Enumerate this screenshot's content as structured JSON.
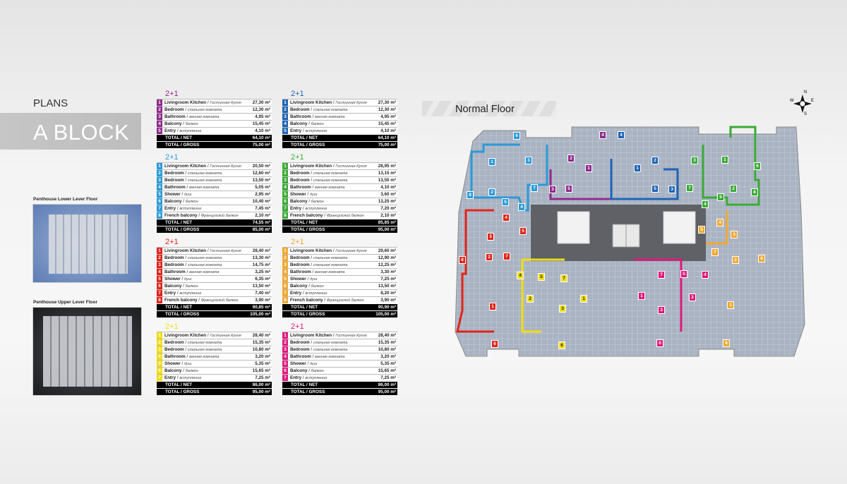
{
  "header": {
    "plans": "PLANS",
    "block": "A BLOCK"
  },
  "thumbnails": [
    {
      "label": "Penthouse Lower Lever Floor"
    },
    {
      "label": "Penthouse Upper Lever Floor"
    }
  ],
  "floor_title": "Normal Floor",
  "compass": {
    "n": "N",
    "e": "E",
    "s": "S",
    "w": "W"
  },
  "tables": [
    {
      "title": "2+1",
      "color": "#8e2a8a",
      "rows": [
        [
          "1",
          "Livingroom Kitchen",
          "Гостинная Кухня",
          "27,30 m²"
        ],
        [
          "2",
          "Bedroom",
          "спальная комната",
          "12,30 m²"
        ],
        [
          "3",
          "Bathroom",
          "ванная комната",
          "4,95 m²"
        ],
        [
          "4",
          "Balcony",
          "балкон",
          "15,45 m²"
        ],
        [
          "5",
          "Entry",
          "вступление",
          "4,10 m²"
        ]
      ],
      "net_label": "TOTAL / NET",
      "net": "64,10 m²",
      "gross_label": "TOTAL / GROSS",
      "gross": "75,00 m²"
    },
    {
      "title": "2+1",
      "color": "#1e63b4",
      "rows": [
        [
          "1",
          "Livingroom Kitchen",
          "Гостинная Кухня",
          "27,30 m²"
        ],
        [
          "2",
          "Bedroom",
          "спальная комната",
          "12,30 m²"
        ],
        [
          "3",
          "Bathroom",
          "ванная комната",
          "4,95 m²"
        ],
        [
          "4",
          "Balcony",
          "балкон",
          "15,45 m²"
        ],
        [
          "5",
          "Entry",
          "вступление",
          "4,10 m²"
        ]
      ],
      "net_label": "TOTAL / NET",
      "net": "64,10 m²",
      "gross_label": "TOTAL / GROSS",
      "gross": "75,00 m²"
    },
    {
      "title": "2+1",
      "color": "#2a9ad8",
      "rows": [
        [
          "1",
          "Livingroom Kitchen",
          "Гостинная Кухня",
          "20,50 m²"
        ],
        [
          "2",
          "Bedroom",
          "спальная комната",
          "12,60 m²"
        ],
        [
          "3",
          "Bedroom",
          "спальная комната",
          "13,50 m²"
        ],
        [
          "4",
          "Bathroom",
          "ванная комната",
          "5,05 m²"
        ],
        [
          "5",
          "Shower",
          "душ",
          "2,95 m²"
        ],
        [
          "6",
          "Balcony",
          "балкон",
          "10,40 m²"
        ],
        [
          "7",
          "Entry",
          "вступление",
          "7,45 m²"
        ],
        [
          "8",
          "French balcony",
          "Французский балкон",
          "2,10 m²"
        ]
      ],
      "net_label": "TOTAL / NET",
      "net": "74,55 m²",
      "gross_label": "TOTAL / GROSS",
      "gross": "85,00 m²"
    },
    {
      "title": "2+1",
      "color": "#3aaa35",
      "rows": [
        [
          "1",
          "Livingroom Kitchen",
          "Гостинная Кухня",
          "28,95 m²"
        ],
        [
          "2",
          "Bedroom",
          "спальная комната",
          "13,15 m²"
        ],
        [
          "3",
          "Bedroom",
          "спальная комната",
          "13,50 m²"
        ],
        [
          "4",
          "Bathroom",
          "ванная комната",
          "4,10 m²"
        ],
        [
          "5",
          "Shower",
          "душ",
          "3,60 m²"
        ],
        [
          "6",
          "Balcony",
          "балкон",
          "13,25 m²"
        ],
        [
          "7",
          "Entry",
          "вступление",
          "7,20 m²"
        ],
        [
          "8",
          "French balcony",
          "Французский балкон",
          "2,10 m²"
        ]
      ],
      "net_label": "TOTAL / NET",
      "net": "85,85 m²",
      "gross_label": "TOTAL / GROSS",
      "gross": "95,00 m²"
    },
    {
      "title": "2+1",
      "color": "#e2231a",
      "rows": [
        [
          "1",
          "Livingroom Kitchen",
          "Гостинная Кухня",
          "28,40 m²"
        ],
        [
          "2",
          "Bedroom",
          "спальная комната",
          "13,30 m²"
        ],
        [
          "3",
          "Bedroom",
          "спальная комната",
          "14,75 m²"
        ],
        [
          "4",
          "Bathroom",
          "ванная комната",
          "3,25 m²"
        ],
        [
          "5",
          "Shower",
          "душ",
          "6,35 m²"
        ],
        [
          "6",
          "Balcony",
          "балкон",
          "13,50 m²"
        ],
        [
          "7",
          "Entry",
          "вступление",
          "7,40 m²"
        ],
        [
          "8",
          "French balcony",
          "Французский балкон",
          "3,90 m²"
        ]
      ],
      "net_label": "TOTAL / NET",
      "net": "90,85 m²",
      "gross_label": "TOTAL / GROSS",
      "gross": "105,00 m²"
    },
    {
      "title": "2+1",
      "color": "#f0a830",
      "rows": [
        [
          "1",
          "Livingroom Kitchen",
          "Гостинная Кухня",
          "29,60 m²"
        ],
        [
          "2",
          "Bedroom",
          "спальная комната",
          "12,90 m²"
        ],
        [
          "3",
          "Bedroom",
          "спальная комната",
          "12,25 m²"
        ],
        [
          "4",
          "Bathroom",
          "ванная комната",
          "3,30 m²"
        ],
        [
          "5",
          "Shower",
          "душ",
          "7,25 m²"
        ],
        [
          "6",
          "Balcony",
          "балкон",
          "13,50 m²"
        ],
        [
          "7",
          "Entry",
          "вступление",
          "8,20 m²"
        ],
        [
          "8",
          "French balcony",
          "Французский балкон",
          "3,90 m²"
        ]
      ],
      "net_label": "TOTAL / NET",
      "net": "90,90 m²",
      "gross_label": "TOTAL / GROSS",
      "gross": "105,00 m²"
    },
    {
      "title": "2+1",
      "color": "#f2de12",
      "rows": [
        [
          "1",
          "Livingroom Kitchen",
          "Гостинная Кухня",
          "28,40 m²"
        ],
        [
          "2",
          "Bedroom",
          "спальная комната",
          "15,35 m²"
        ],
        [
          "3",
          "Bedroom",
          "спальная комната",
          "10,80 m²"
        ],
        [
          "4",
          "Bathroom",
          "ванная комната",
          "3,20 m²"
        ],
        [
          "5",
          "Shower",
          "душ",
          "5,35 m²"
        ],
        [
          "6",
          "Balcony",
          "балкон",
          "15,65 m²"
        ],
        [
          "7",
          "Entry",
          "вступление",
          "7,25 m²"
        ]
      ],
      "net_label": "TOTAL / NET",
      "net": "86,00 m²",
      "gross_label": "TOTAL / GROSS",
      "gross": "95,00 m²"
    },
    {
      "title": "2+1",
      "color": "#e0197d",
      "rows": [
        [
          "1",
          "Livingroom Kitchen",
          "Гостинная Кухня",
          "28,40 m²"
        ],
        [
          "2",
          "Bedroom",
          "спальная комната",
          "15,35 m²"
        ],
        [
          "3",
          "Bedroom",
          "спальная комната",
          "10,80 m²"
        ],
        [
          "4",
          "Bathroom",
          "ванная комната",
          "3,20 m²"
        ],
        [
          "5",
          "Shower",
          "душ",
          "5,35 m²"
        ],
        [
          "6",
          "Balcony",
          "балкон",
          "15,65 m²"
        ],
        [
          "7",
          "Entry",
          "вступление",
          "7,25 m²"
        ]
      ],
      "net_label": "TOTAL / NET",
      "net": "86,00 m²",
      "gross_label": "TOTAL / GROSS",
      "gross": "95,00 m²"
    }
  ],
  "floor_units": [
    {
      "color": "#8e2a8a",
      "markers": [
        "1",
        "2",
        "3",
        "4",
        "5"
      ]
    },
    {
      "color": "#1e63b4",
      "markers": [
        "1",
        "2",
        "3",
        "4",
        "5"
      ]
    },
    {
      "color": "#2a9ad8",
      "markers": [
        "1",
        "2",
        "3",
        "4",
        "5",
        "6",
        "7",
        "8"
      ]
    },
    {
      "color": "#3aaa35",
      "markers": [
        "1",
        "2",
        "3",
        "4",
        "5",
        "6",
        "7",
        "8"
      ]
    },
    {
      "color": "#e2231a",
      "markers": [
        "1",
        "2",
        "3",
        "4",
        "5",
        "6",
        "7",
        "8"
      ]
    },
    {
      "color": "#f0a830",
      "markers": [
        "1",
        "2",
        "3",
        "4",
        "5",
        "6",
        "7",
        "8"
      ]
    },
    {
      "color": "#f2de12",
      "markers": [
        "1",
        "2",
        "3",
        "4",
        "5",
        "6",
        "7"
      ]
    },
    {
      "color": "#e0197d",
      "markers": [
        "1",
        "2",
        "3",
        "4",
        "5",
        "6",
        "7"
      ]
    }
  ]
}
